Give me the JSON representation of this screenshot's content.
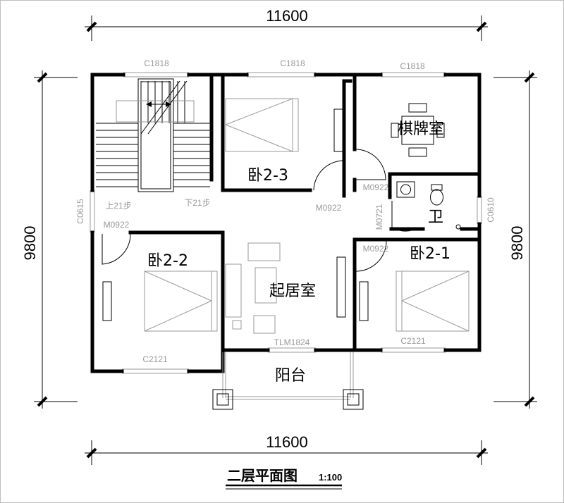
{
  "dimensions": {
    "top": "11600",
    "bottom": "11600",
    "left": "9800",
    "right": "9800"
  },
  "rooms": {
    "bedroom_2_3": "卧2-3",
    "bedroom_2_2": "卧2-2",
    "bedroom_2_1": "卧2-1",
    "chess_room": "棋牌室",
    "bathroom": "卫",
    "living_room": "起居室",
    "balcony": "阳台"
  },
  "codes": {
    "window_top_left": "C1818",
    "window_top_mid": "C1818",
    "window_top_right": "C1818",
    "window_left": "C0615",
    "window_right": "C0610",
    "window_bottom_left": "C2121",
    "window_bottom_right": "C2121",
    "door_bedroom_2_2": "M0922",
    "door_bedroom_2_3": "M0922",
    "door_chess": "M0922",
    "door_bedroom_2_1": "M0922",
    "door_bath": "M0721",
    "balcony_door": "TLM1824",
    "stair_up": "上21步",
    "stair_down": "下21步"
  },
  "title": {
    "name": "二层平面图",
    "scale": "1:100"
  }
}
